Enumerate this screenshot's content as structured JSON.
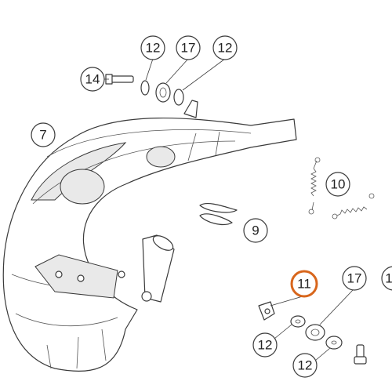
{
  "diagram": {
    "highlight_color": "#d8661c",
    "line_color": "#3a3a3a",
    "callouts": [
      {
        "id": "c12a",
        "label": "12"
      },
      {
        "id": "c17a",
        "label": "17"
      },
      {
        "id": "c12b",
        "label": "12"
      },
      {
        "id": "c14",
        "label": "14"
      },
      {
        "id": "c7",
        "label": "7"
      },
      {
        "id": "c10",
        "label": "10"
      },
      {
        "id": "c9",
        "label": "9"
      },
      {
        "id": "c11",
        "label": "11",
        "highlighted": true
      },
      {
        "id": "c17b",
        "label": "17"
      },
      {
        "id": "c1",
        "label": "1"
      },
      {
        "id": "c12c",
        "label": "12"
      },
      {
        "id": "c12d",
        "label": "12"
      }
    ]
  }
}
